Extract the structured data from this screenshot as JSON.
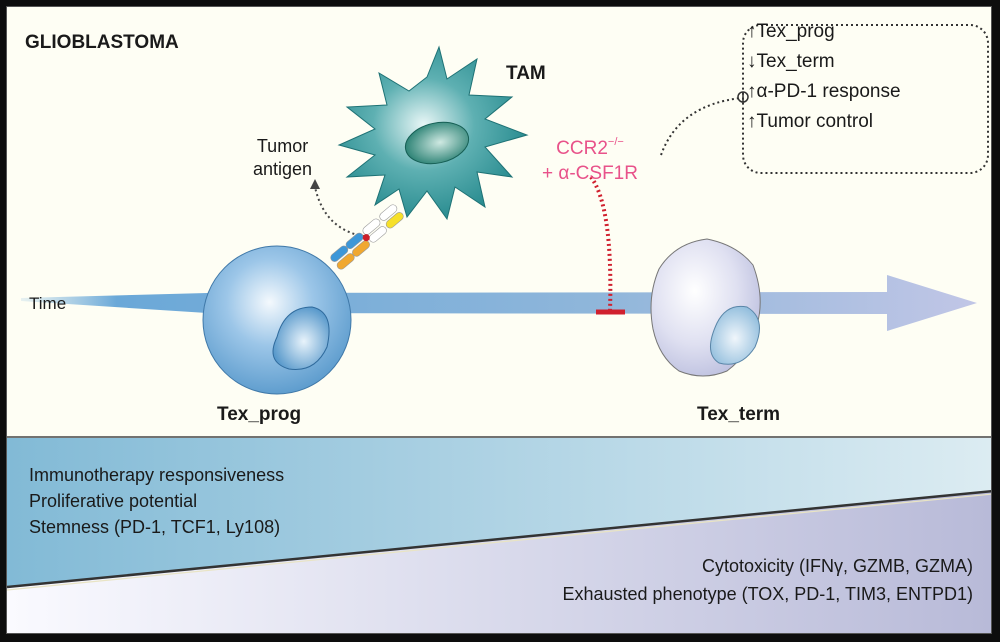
{
  "title": "GLIOBLASTOMA",
  "cells": {
    "tam": {
      "label": "TAM",
      "color": "#2a8a8e"
    },
    "tex_prog": {
      "label": "Tex_prog",
      "color": "#6aa8d8"
    },
    "tex_term": {
      "label": "Tex_term",
      "color": "#d6d8ee"
    }
  },
  "antigen": {
    "line1": "Tumor",
    "line2": "antigen"
  },
  "treatment": {
    "line1": "CCR2",
    "line1_sup": "−/−",
    "line2": "+ α-CSF1R",
    "color": "#e8528a",
    "inhibit_color": "#d0202e"
  },
  "effects": [
    {
      "arrow": "↑",
      "arrow_icon": "up-arrow-icon",
      "text": "Tex_prog"
    },
    {
      "arrow": "↓",
      "arrow_icon": "down-arrow-icon",
      "text": "Tex_term"
    },
    {
      "arrow": "↑",
      "arrow_icon": "up-arrow-icon",
      "text": "α-PD-1 response"
    },
    {
      "arrow": "↑",
      "arrow_icon": "up-arrow-icon",
      "text": "Tumor control"
    }
  ],
  "timeline": {
    "label": "Time"
  },
  "gradient_upper": [
    "Immunotherapy responsiveness",
    "Proliferative potential",
    "Stemness (PD-1, TCF1, Ly108)"
  ],
  "gradient_lower": [
    "Cytotoxicity (IFNγ, GZMB, GZMA)",
    "Exhausted phenotype (TOX, PD-1, TIM3, ENTPD1)"
  ]
}
